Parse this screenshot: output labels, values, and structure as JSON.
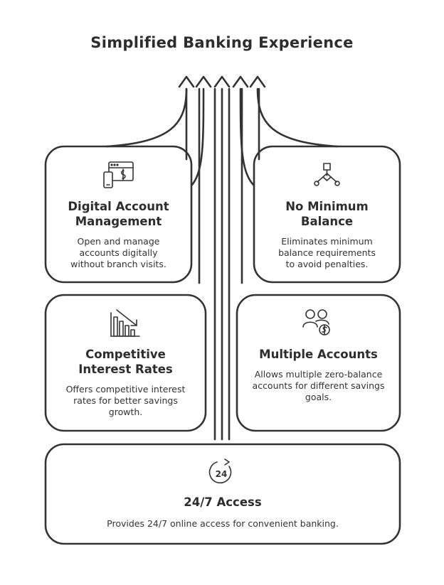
{
  "title": "Simplified Banking Experience",
  "colors": {
    "ink": "#333333",
    "background": "#ffffff"
  },
  "cards": {
    "digital": {
      "title_lines": [
        "Digital Account",
        "Management"
      ],
      "desc_lines": [
        "Open and manage",
        "accounts digitally",
        "without branch visits."
      ],
      "icon": "mobile-banking-icon"
    },
    "minimum": {
      "title_lines": [
        "No Minimum",
        "Balance"
      ],
      "desc_lines": [
        "Eliminates minimum",
        "balance requirements",
        "to avoid penalties."
      ],
      "icon": "network-nodes-icon"
    },
    "interest": {
      "title_lines": [
        "Competitive",
        "Interest Rates"
      ],
      "desc_lines": [
        "Offers competitive interest",
        "rates for better savings",
        "growth."
      ],
      "icon": "declining-bar-chart-icon"
    },
    "multiple": {
      "title_lines": [
        "Multiple Accounts"
      ],
      "desc_lines": [
        "Allows multiple zero-balance",
        "accounts for different savings",
        "goals."
      ],
      "icon": "users-dollar-icon"
    },
    "access": {
      "title_lines": [
        "24/7 Access"
      ],
      "desc_lines": [
        "Provides 24/7 online access for convenient banking."
      ],
      "icon": "24-hour-clock-icon",
      "icon_text": "24"
    }
  }
}
